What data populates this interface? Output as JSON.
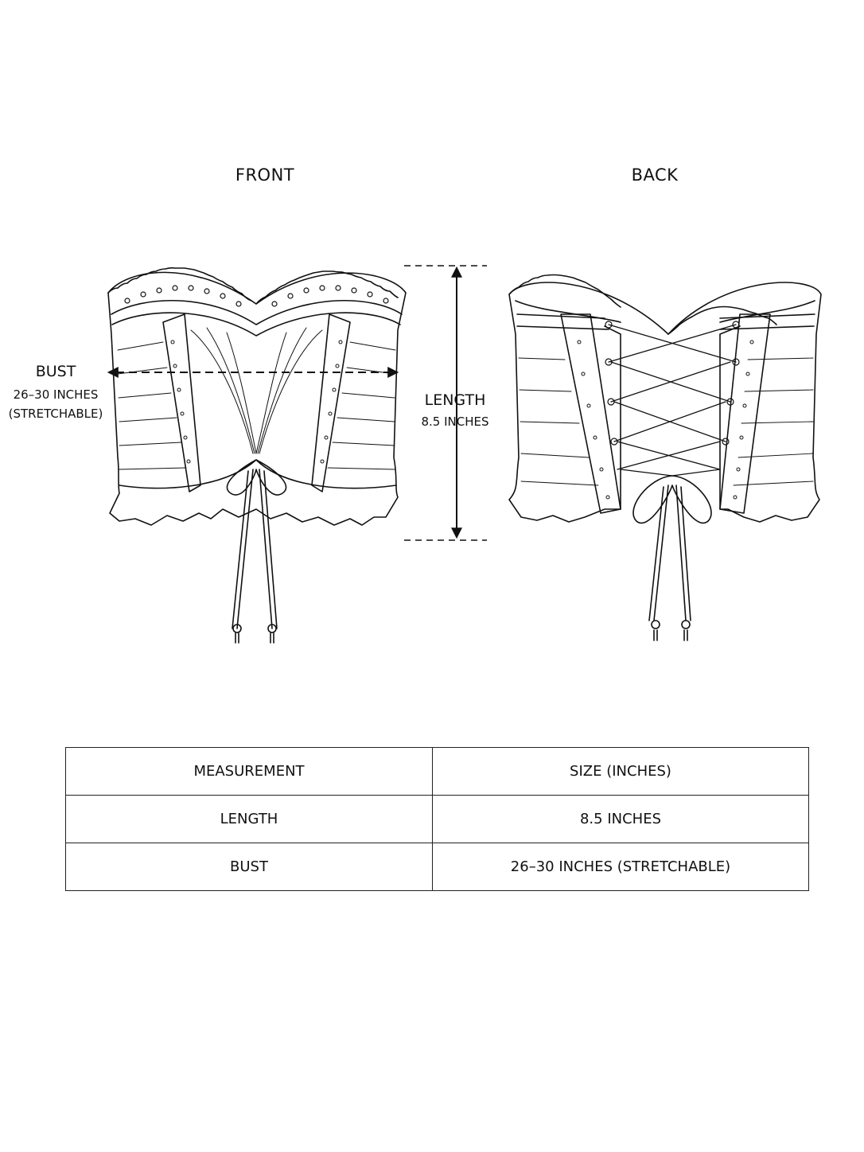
{
  "views": {
    "front_label": "FRONT",
    "back_label": "BACK"
  },
  "dimensions": {
    "bust": {
      "label": "BUST",
      "value": "26–30 INCHES",
      "note": "(STRETCHABLE)"
    },
    "length": {
      "label": "LENGTH",
      "value": "8.5 INCHES"
    }
  },
  "table": {
    "headers": [
      "MEASUREMENT",
      "SIZE (INCHES)"
    ],
    "rows": [
      [
        "LENGTH",
        "8.5 INCHES"
      ],
      [
        "BUST",
        "26–30 INCHES (STRETCHABLE)"
      ]
    ]
  },
  "colors": {
    "ink": "#111111",
    "background": "#ffffff"
  }
}
